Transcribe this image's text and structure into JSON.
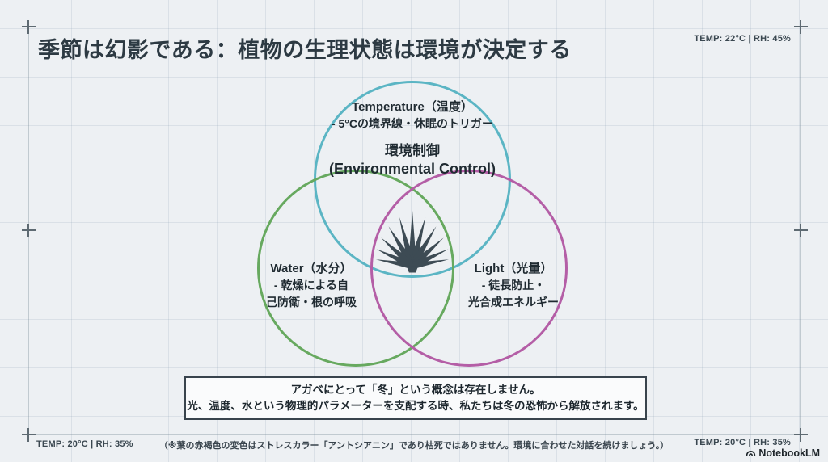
{
  "title": "季節は幻影である：植物の生理状態は環境が決定する",
  "readouts": {
    "top_right": "TEMP: 22°C | RH: 45%",
    "bottom_left": "TEMP: 20°C | RH: 35%",
    "bottom_right": "TEMP: 20°C | RH: 35%"
  },
  "venn": {
    "center_title_jp": "環境制御",
    "center_title_en": "(Environmental Control)",
    "center_icon": "agave-plant",
    "circles": [
      {
        "id": "temperature",
        "color": "#5bb5c4",
        "label": "Temperature（温度）",
        "desc_lines": [
          "- 5°Cの境界線・休眠のトリガー"
        ]
      },
      {
        "id": "water",
        "color": "#67a95f",
        "label": "Water（水分）",
        "desc_lines": [
          "- 乾燥による自",
          "己防衛・根の呼吸"
        ]
      },
      {
        "id": "light",
        "color": "#b45ea6",
        "label": "Light（光量）",
        "desc_lines": [
          "- 徒長防止・",
          "光合成エネルギー"
        ]
      }
    ]
  },
  "conclusion": {
    "line1": "アガベにとって「冬」という概念は存在しません。",
    "line2": "光、温度、水という物理的パラメーターを支配する時、私たちは冬の恐怖から解放されます。"
  },
  "footnote": "（※葉の赤褐色の変色はストレスカラー「アントシアニン」であり枯死ではありません。環境に合わせた対話を続けましょう。）",
  "branding": {
    "logo": "notebooklm-icon",
    "name": "NotebookLM"
  },
  "colors": {
    "background": "#edf0f3",
    "temperature_circle": "#5bb5c4",
    "water_circle": "#67a95f",
    "light_circle": "#b45ea6",
    "agave_icon": "#3d4b54",
    "text_dark": "#2d3a43"
  }
}
